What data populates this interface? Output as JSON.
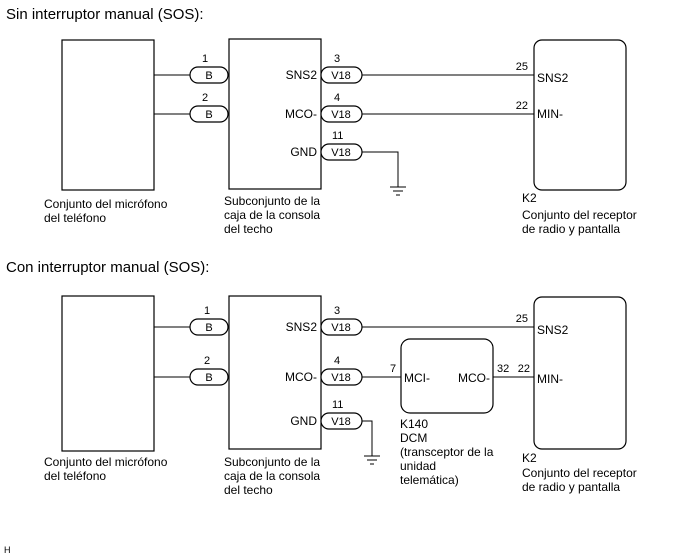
{
  "sections": [
    {
      "title": "Sin interruptor manual (SOS):",
      "left_box_label": [
        "Conjunto del micrófono",
        "del teléfono"
      ],
      "mid_box_label": [
        "Subconjunto de la",
        "caja de la consola",
        "del techo"
      ],
      "right_box_label": [
        "K2",
        "Conjunto del receptor",
        "de radio y pantalla"
      ],
      "left_pins": [
        {
          "num": "1",
          "conn": "B"
        },
        {
          "num": "2",
          "conn": "B"
        }
      ],
      "mid_pins": [
        {
          "num": "3",
          "conn": "V18",
          "signal": "SNS2"
        },
        {
          "num": "4",
          "conn": "V18",
          "signal": "MCO-"
        },
        {
          "num": "11",
          "conn": "V18",
          "signal": "GND"
        }
      ],
      "right_pins": [
        {
          "num": "25",
          "signal": "SNS2"
        },
        {
          "num": "22",
          "signal": "MIN-"
        }
      ]
    },
    {
      "title": "Con interruptor manual (SOS):",
      "left_box_label": [
        "Conjunto del micrófono",
        "del teléfono"
      ],
      "mid_box_label": [
        "Subconjunto de la",
        "caja de la consola",
        "del techo"
      ],
      "right_box_label": [
        "K2",
        "Conjunto del receptor",
        "de radio y pantalla"
      ],
      "dcm_box_label": [
        "K140",
        "DCM",
        "(transceptor de la",
        "unidad",
        "telemática)"
      ],
      "left_pins": [
        {
          "num": "1",
          "conn": "B"
        },
        {
          "num": "2",
          "conn": "B"
        }
      ],
      "mid_pins": [
        {
          "num": "3",
          "conn": "V18",
          "signal": "SNS2"
        },
        {
          "num": "4",
          "conn": "V18",
          "signal": "MCO-"
        },
        {
          "num": "11",
          "conn": "V18",
          "signal": "GND"
        }
      ],
      "dcm_pins": [
        {
          "num": "7",
          "signal": "MCI-"
        },
        {
          "num": "32",
          "signal": "MCO-"
        }
      ],
      "right_pins": [
        {
          "num": "25",
          "signal": "SNS2"
        },
        {
          "num": "22",
          "signal": "MIN-"
        }
      ]
    }
  ],
  "footer_code": "H"
}
